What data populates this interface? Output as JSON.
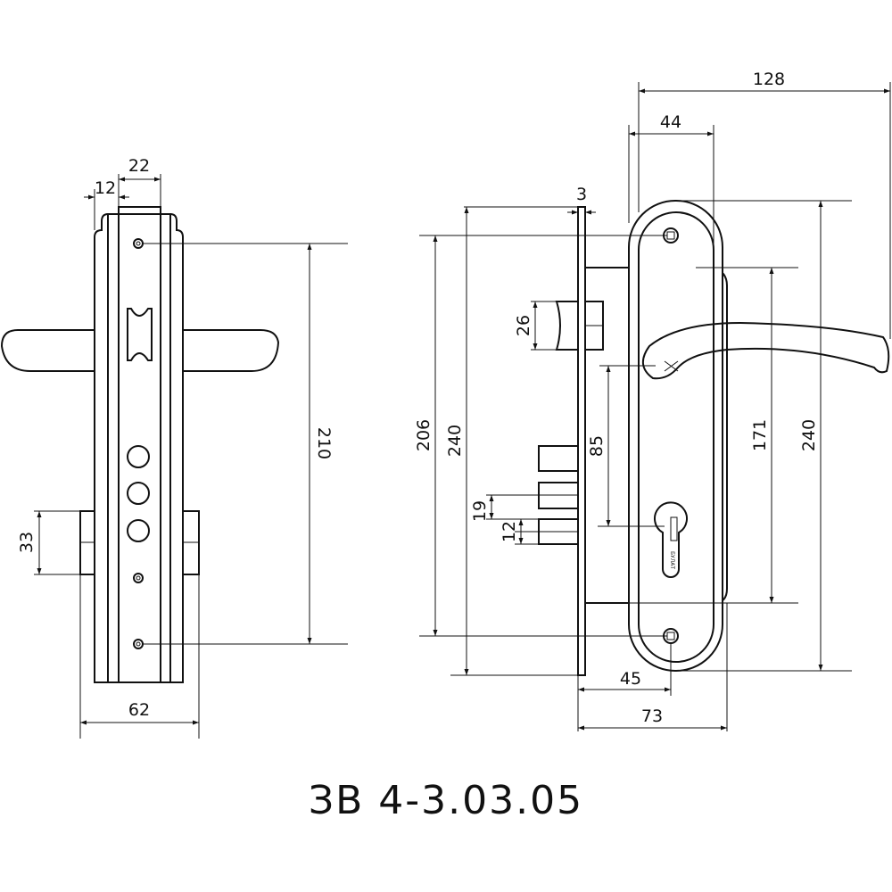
{
  "title": "ЗВ 4-3.03.05",
  "cylinder_brand": "БУЛАТ",
  "side_view": {
    "dims": {
      "d22": "22",
      "d12": "12",
      "d210": "210",
      "d33": "33",
      "d62": "62"
    }
  },
  "front_view": {
    "dims": {
      "d3": "3",
      "d206": "206",
      "d240a": "240",
      "d26": "26",
      "d85": "85",
      "d19": "19",
      "d12": "12",
      "d45": "45",
      "d73": "73",
      "d128": "128",
      "d44": "44",
      "d171": "171",
      "d240b": "240"
    }
  },
  "colors": {
    "line": "#111111",
    "background": "#ffffff"
  }
}
